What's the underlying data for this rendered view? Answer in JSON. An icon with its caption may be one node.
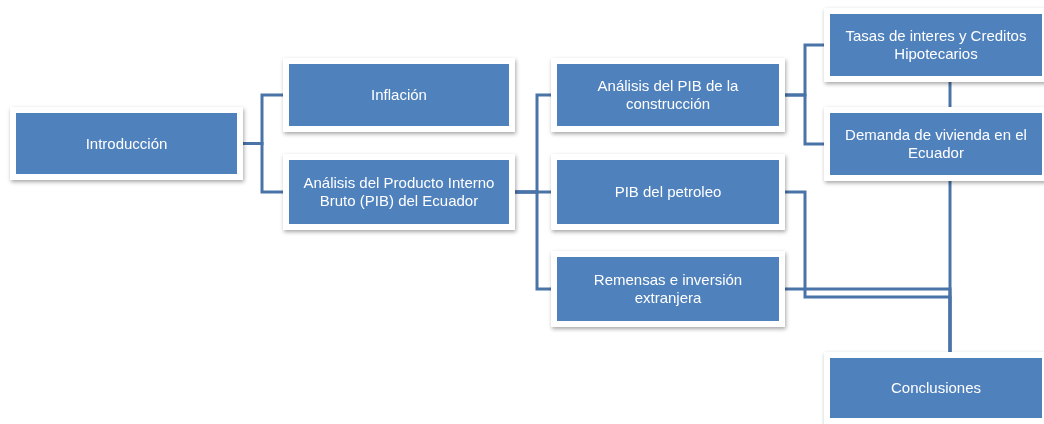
{
  "diagram": {
    "nodes": [
      {
        "text": [
          "Introducción"
        ]
      },
      {
        "text": [
          "Inflación"
        ]
      },
      {
        "text": [
          "Análisis del Producto Interno Bruto (PIB) del Ecuador"
        ]
      },
      {
        "text": [
          "Análisis del PIB de la construcción"
        ]
      },
      {
        "text": [
          "PIB del petroleo"
        ]
      },
      {
        "text": [
          "Remensas e inversión extranjera"
        ]
      },
      {
        "text": [
          "Tasas de interes y Creditos Hipotecarios"
        ]
      },
      {
        "text": [
          "Demanda de vivienda en el Ecuador"
        ]
      },
      {
        "text": [
          "Conclusiones"
        ]
      }
    ],
    "edges": [
      {
        "from": 0,
        "to": 1,
        "arrow": "none"
      },
      {
        "from": 0,
        "to": 2,
        "arrow": "none"
      },
      {
        "from": 2,
        "to": 3,
        "arrow": "none"
      },
      {
        "from": 2,
        "to": 4,
        "arrow": "none"
      },
      {
        "from": 2,
        "to": 5,
        "arrow": "none"
      },
      {
        "from": 3,
        "to": 6,
        "arrow": "none"
      },
      {
        "from": 3,
        "to": 7,
        "arrow": "none"
      },
      {
        "from": 6,
        "to": 7,
        "arrow": "none"
      },
      {
        "from": 4,
        "to": 8,
        "arrow": "none"
      },
      {
        "from": 5,
        "to": 8,
        "arrow": "none"
      },
      {
        "from": 7,
        "to": 8,
        "arrow": "none"
      }
    ]
  }
}
